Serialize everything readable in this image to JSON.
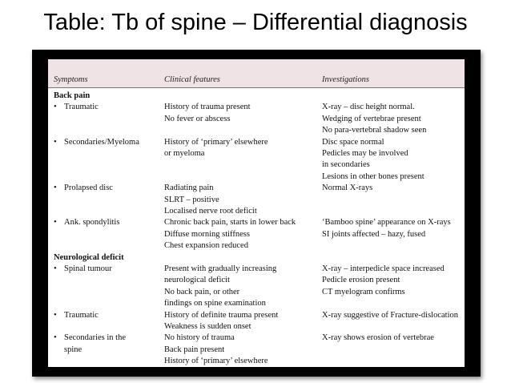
{
  "slide": {
    "title": "Table: Tb of spine – Differential diagnosis"
  },
  "table": {
    "headers": {
      "symptoms": "Symptoms",
      "clinical": "Clinical features",
      "investigations": "Investigations"
    },
    "sections": [
      {
        "heading": "Back pain",
        "rows": [
          {
            "symptom": [
              "Traumatic"
            ],
            "clinical": [
              "History of trauma present",
              "No fever or abscess"
            ],
            "investigations": [
              "X-ray – disc height normal.",
              "Wedging of vertebrae present",
              "No para-vertebral shadow seen"
            ]
          },
          {
            "symptom": [
              "Secondaries/Myeloma"
            ],
            "clinical": [
              "History of ‘primary’ elsewhere",
              "or myeloma"
            ],
            "investigations": [
              "Disc space normal",
              "Pedicles may be involved",
              "in secondaries",
              "Lesions in other bones present"
            ]
          },
          {
            "symptom": [
              "Prolapsed disc"
            ],
            "clinical": [
              "Radiating pain",
              "SLRT – positive",
              "Localised nerve root deficit"
            ],
            "investigations": [
              "Normal X-rays"
            ]
          },
          {
            "symptom": [
              "Ank. spondylitis"
            ],
            "clinical": [
              "Chronic back pain, starts in lower back",
              "Diffuse morning stiffness",
              "Chest expansion reduced"
            ],
            "investigations": [
              "‘Bamboo spine’ appearance on X-rays",
              "SI joints affected – hazy, fused"
            ]
          }
        ]
      },
      {
        "heading": "Neurological deficit",
        "rows": [
          {
            "symptom": [
              "Spinal tumour"
            ],
            "clinical": [
              "Present with gradually increasing",
              "neurological deficit",
              "No back pain, or other",
              "findings on spine examination"
            ],
            "investigations": [
              "X-ray – interpedicle space increased",
              "Pedicle erosion present",
              "CT myelogram confirms"
            ]
          },
          {
            "symptom": [
              "Traumatic"
            ],
            "clinical": [
              "History of definite trauma present",
              "Weakness is sudden onset"
            ],
            "investigations": [
              "X-ray suggestive of Fracture-dislocation"
            ]
          },
          {
            "symptom": [
              "Secondaries in the",
              "spine"
            ],
            "clinical": [
              "No history of trauma",
              "Back pain present",
              "History of ‘primary’ elsewhere"
            ],
            "investigations": [
              "X-ray shows erosion of vertebrae"
            ]
          }
        ]
      }
    ]
  }
}
